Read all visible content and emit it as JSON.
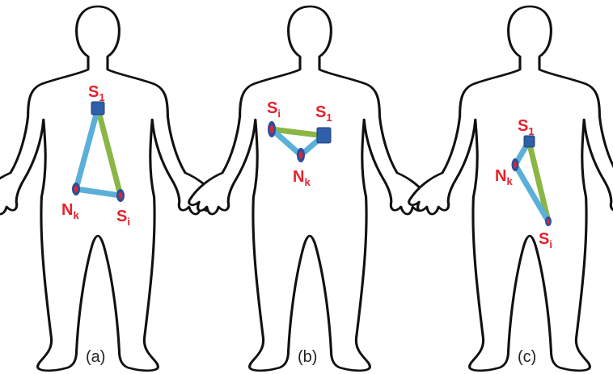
{
  "colors": {
    "label": "#e8202a",
    "sensor_fill": "#2e5fa8",
    "node_fill": "#2f4d9c",
    "node_center": "#d42a35",
    "link_blue": "#5ab0d8",
    "link_green": "#8ab646",
    "outline": "#111111"
  },
  "panels": [
    {
      "caption": "(a)",
      "s1": {
        "base": "S",
        "sub": "1"
      },
      "si": {
        "base": "S",
        "sub": "i"
      },
      "nk": {
        "base": "N",
        "sub": "k"
      }
    },
    {
      "caption": "(b)",
      "s1": {
        "base": "S",
        "sub": "1"
      },
      "si": {
        "base": "S",
        "sub": "i"
      },
      "nk": {
        "base": "N",
        "sub": "k"
      }
    },
    {
      "caption": "(c)",
      "s1": {
        "base": "S",
        "sub": "1"
      },
      "si": {
        "base": "S",
        "sub": "i"
      },
      "nk": {
        "base": "N",
        "sub": "k"
      }
    }
  ]
}
